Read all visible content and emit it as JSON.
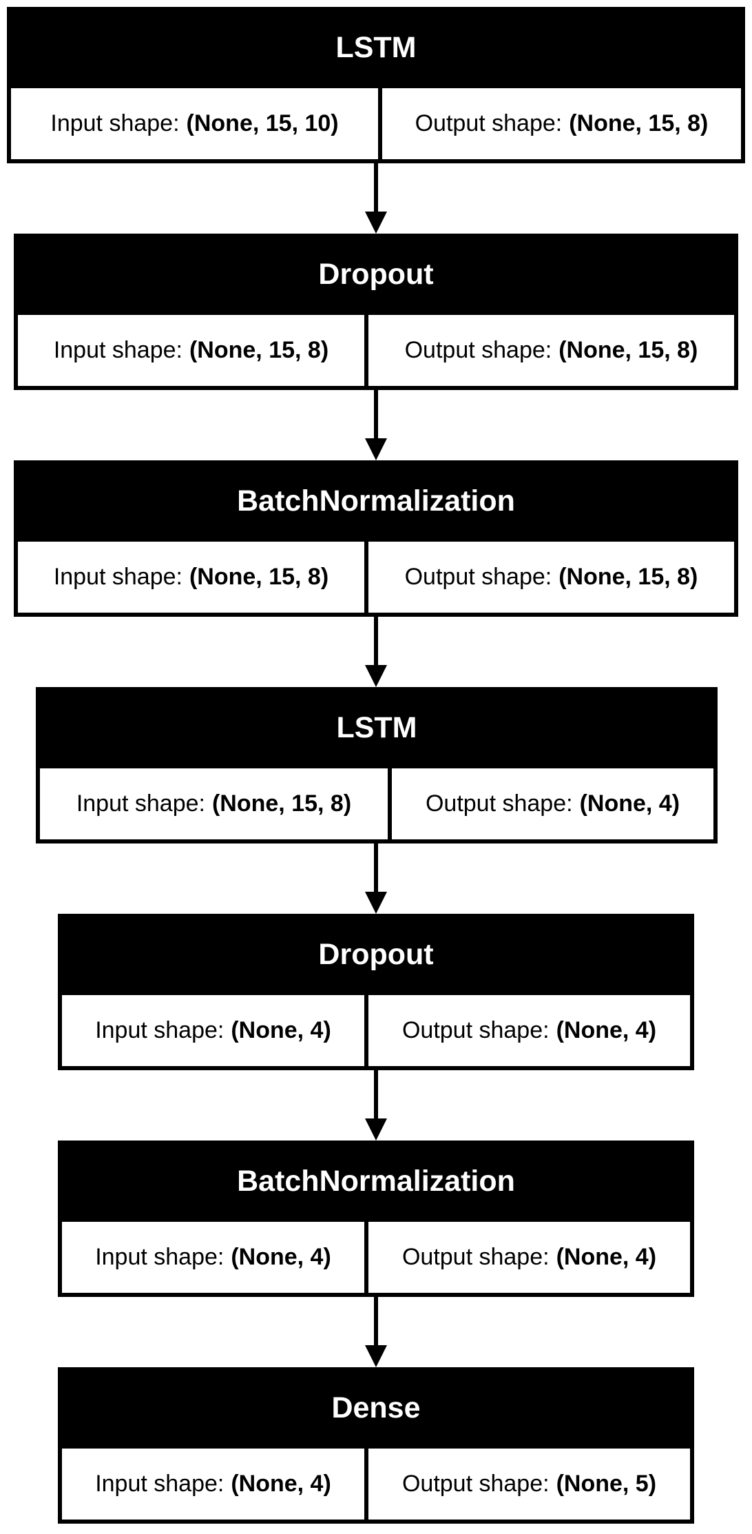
{
  "labels": {
    "input": "Input shape:",
    "output": "Output shape:"
  },
  "layers": [
    {
      "name": "LSTM",
      "input_shape": "(None, 15, 10)",
      "output_shape": "(None, 15, 8)"
    },
    {
      "name": "Dropout",
      "input_shape": "(None, 15, 8)",
      "output_shape": "(None, 15, 8)"
    },
    {
      "name": "BatchNormalization",
      "input_shape": "(None, 15, 8)",
      "output_shape": "(None, 15, 8)"
    },
    {
      "name": "LSTM",
      "input_shape": "(None, 15, 8)",
      "output_shape": "(None, 4)"
    },
    {
      "name": "Dropout",
      "input_shape": "(None, 4)",
      "output_shape": "(None, 4)"
    },
    {
      "name": "BatchNormalization",
      "input_shape": "(None, 4)",
      "output_shape": "(None, 4)"
    },
    {
      "name": "Dense",
      "input_shape": "(None, 4)",
      "output_shape": "(None, 5)"
    }
  ]
}
